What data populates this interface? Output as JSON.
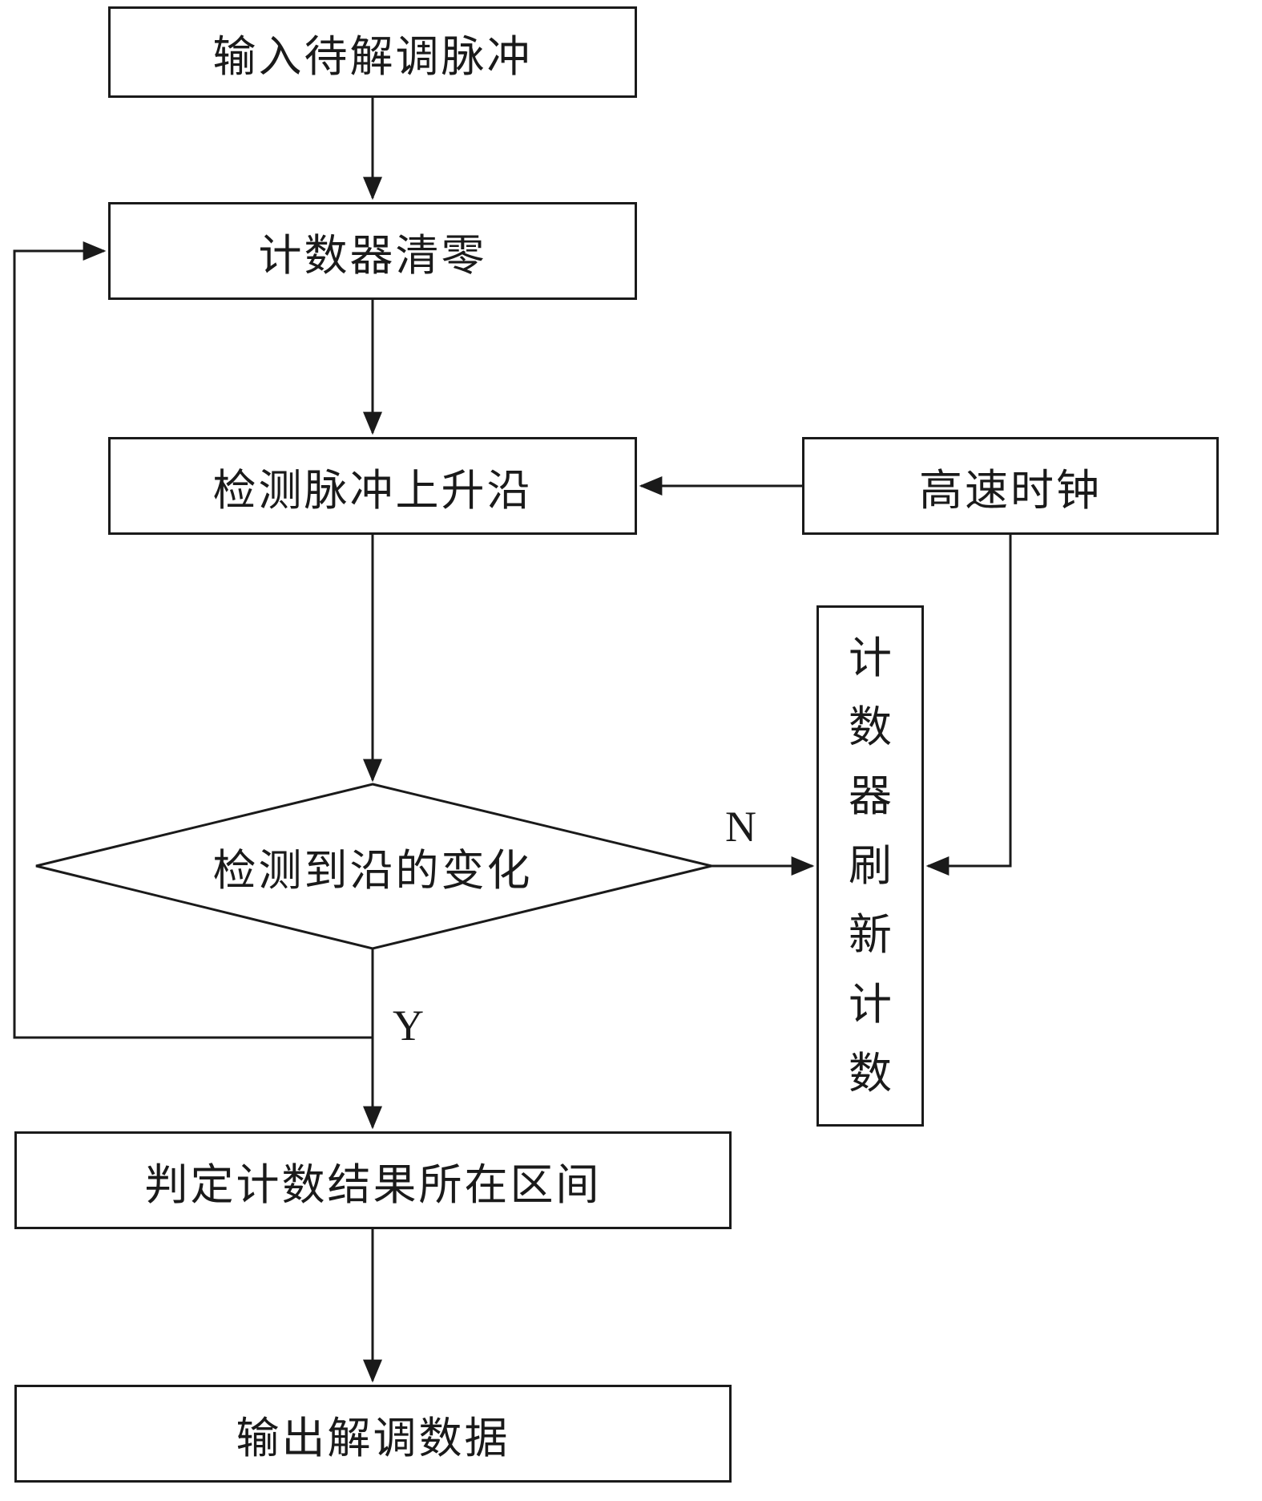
{
  "page": {
    "background": "#ffffff"
  },
  "colors": {
    "line": "#1a1a1a",
    "node_fill": "#ffffff",
    "text": "#1a1a1a"
  },
  "flowchart": {
    "nodes": {
      "input": {
        "label": "输入待解调脉冲",
        "shape": "rect"
      },
      "clear": {
        "label": "计数器清零",
        "shape": "rect"
      },
      "detect": {
        "label": "检测脉冲上升沿",
        "shape": "rect"
      },
      "clock": {
        "label": "高速时钟",
        "shape": "rect"
      },
      "decision": {
        "label": "检测到沿的变化",
        "shape": "diamond"
      },
      "refresh": {
        "label": "计数器刷新计数",
        "shape": "rect",
        "text_orientation": "vertical"
      },
      "judge": {
        "label": "判定计数结果所在区间",
        "shape": "rect"
      },
      "output": {
        "label": "输出解调数据",
        "shape": "rect"
      }
    },
    "branch_labels": {
      "no": "N",
      "yes": "Y"
    }
  }
}
